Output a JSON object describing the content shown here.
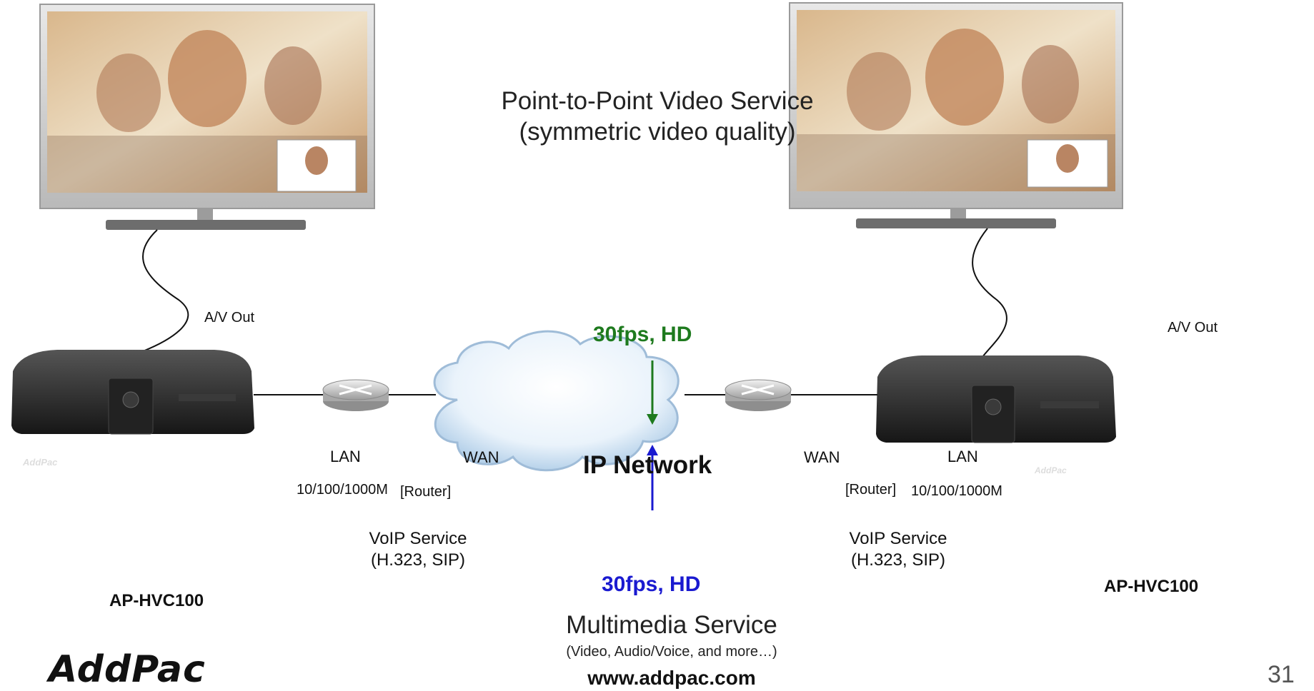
{
  "title_line1": "Point-to-Point Video Service",
  "title_line2": "(symmetric video quality)",
  "left": {
    "av_out": "A/V Out",
    "lan": "LAN",
    "wan": "WAN",
    "speed": "10/100/1000M",
    "router": "[Router]",
    "voip_line1": "VoIP Service",
    "voip_line2": "(H.323, SIP)",
    "device_name": "AP-HVC100",
    "device_brand": "AddPac"
  },
  "right": {
    "av_out": "A/V Out",
    "lan": "LAN",
    "wan": "WAN",
    "speed": "10/100/1000M",
    "router": "[Router]",
    "voip_line1": "VoIP Service",
    "voip_line2": "(H.323, SIP)",
    "device_name": "AP-HVC100",
    "device_brand": "AddPac"
  },
  "network": {
    "label": "IP Network",
    "fps_top": "30fps, HD",
    "fps_bottom": "30fps,  HD"
  },
  "multimedia": {
    "title": "Multimedia Service",
    "subtitle": "(Video, Audio/Voice, and more…)"
  },
  "footer": {
    "url": "www.addpac.com",
    "page_number": "31",
    "logo": "AddPac"
  },
  "colors": {
    "green": "#1e7a1e",
    "blue": "#1a1ad0"
  }
}
